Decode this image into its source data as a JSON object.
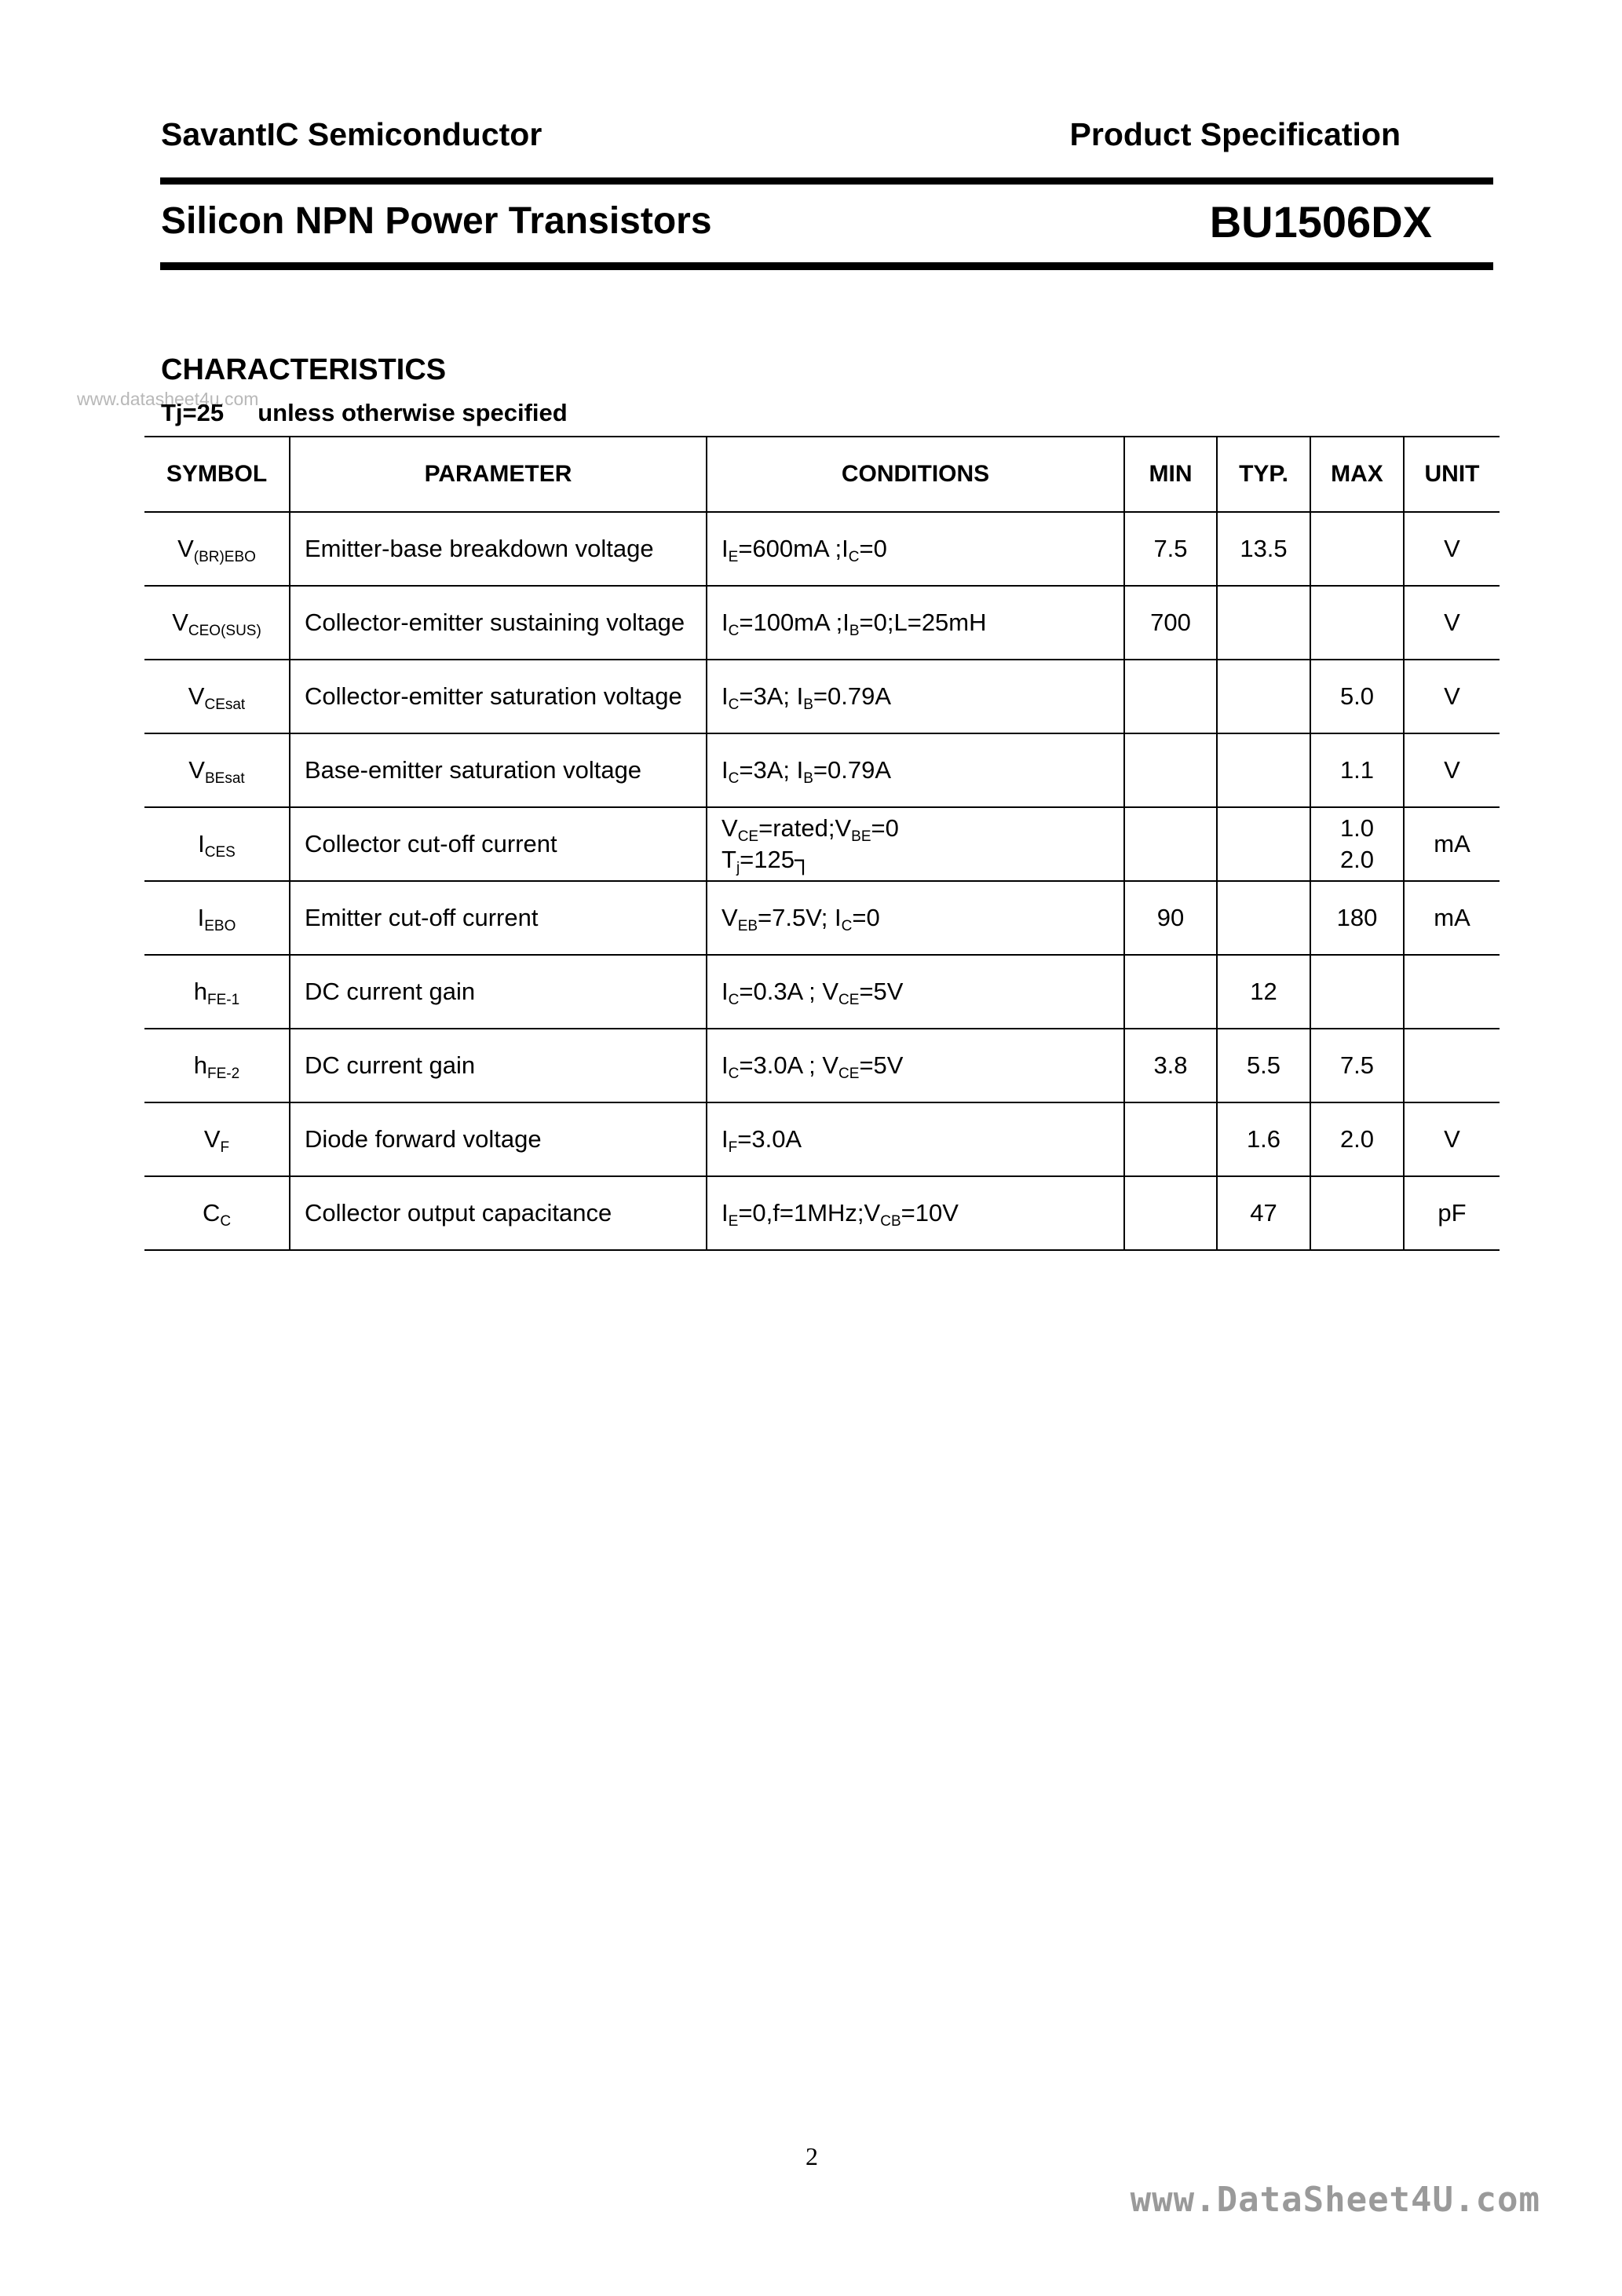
{
  "header": {
    "company": "SavantIC Semiconductor",
    "doc_type": "Product Specification",
    "product_title": "Silicon NPN Power Transistors",
    "part_number": "BU1506DX"
  },
  "section": {
    "title": "CHARACTERISTICS",
    "watermark": "www.datasheet4u.com",
    "condition_note": "Tj=25     unless otherwise specified"
  },
  "table": {
    "headers": [
      "SYMBOL",
      "PARAMETER",
      "CONDITIONS",
      "MIN",
      "TYP.",
      "MAX",
      "UNIT"
    ],
    "rows": [
      {
        "sym": "V",
        "sym_sub": "(BR)EBO",
        "param": "Emitter-base breakdown voltage",
        "cond": [
          {
            "t": "I"
          },
          {
            "s": "E"
          },
          {
            "t": "=600mA ;I"
          },
          {
            "s": "C"
          },
          {
            "t": "=0"
          }
        ],
        "min": "7.5",
        "typ": "13.5",
        "max": "",
        "unit": "V"
      },
      {
        "sym": "V",
        "sym_sub": "CEO(SUS)",
        "param": "Collector-emitter sustaining voltage",
        "cond": [
          {
            "t": "I"
          },
          {
            "s": "C"
          },
          {
            "t": "=100mA ;I"
          },
          {
            "s": "B"
          },
          {
            "t": "=0;L=25mH"
          }
        ],
        "min": "700",
        "typ": "",
        "max": "",
        "unit": "V"
      },
      {
        "sym": "V",
        "sym_sub": "CEsat",
        "param": "Collector-emitter saturation voltage",
        "cond": [
          {
            "t": "I"
          },
          {
            "s": "C"
          },
          {
            "t": "=3A; I"
          },
          {
            "s": "B"
          },
          {
            "t": "=0.79A"
          }
        ],
        "min": "",
        "typ": "",
        "max": "5.0",
        "unit": "V"
      },
      {
        "sym": "V",
        "sym_sub": "BEsat",
        "param": "Base-emitter saturation voltage",
        "cond": [
          {
            "t": "I"
          },
          {
            "s": "C"
          },
          {
            "t": "=3A; I"
          },
          {
            "s": "B"
          },
          {
            "t": "=0.79A"
          }
        ],
        "min": "",
        "typ": "",
        "max": "1.1",
        "unit": "V"
      },
      {
        "sym": "I",
        "sym_sub": "CES",
        "param": "Collector cut-off current",
        "cond": [
          {
            "t": "V"
          },
          {
            "s": "CE"
          },
          {
            "t": "=rated;V"
          },
          {
            "s": "BE"
          },
          {
            "t": "=0"
          },
          {
            "br": true
          },
          {
            "t": "T"
          },
          {
            "s": "j"
          },
          {
            "t": "=125┐"
          }
        ],
        "min": "",
        "typ": "",
        "max": "1.0\n2.0",
        "unit": "mA"
      },
      {
        "sym": "I",
        "sym_sub": "EBO",
        "param": "Emitter cut-off current",
        "cond": [
          {
            "t": "V"
          },
          {
            "s": "EB"
          },
          {
            "t": "=7.5V; I"
          },
          {
            "s": "C"
          },
          {
            "t": "=0"
          }
        ],
        "min": "90",
        "typ": "",
        "max": "180",
        "unit": "mA"
      },
      {
        "sym": "h",
        "sym_sub": "FE-1",
        "param": "DC current gain",
        "cond": [
          {
            "t": "I"
          },
          {
            "s": "C"
          },
          {
            "t": "=0.3A ; V"
          },
          {
            "s": "CE"
          },
          {
            "t": "=5V"
          }
        ],
        "min": "",
        "typ": "12",
        "max": "",
        "unit": ""
      },
      {
        "sym": "h",
        "sym_sub": "FE-2",
        "param": "DC current gain",
        "cond": [
          {
            "t": "I"
          },
          {
            "s": "C"
          },
          {
            "t": "=3.0A ; V"
          },
          {
            "s": "CE"
          },
          {
            "t": "=5V"
          }
        ],
        "min": "3.8",
        "typ": "5.5",
        "max": "7.5",
        "unit": ""
      },
      {
        "sym": "V",
        "sym_sub": "F",
        "param": "Diode forward voltage",
        "cond": [
          {
            "t": "I"
          },
          {
            "s": "F"
          },
          {
            "t": "=3.0A"
          }
        ],
        "min": "",
        "typ": "1.6",
        "max": "2.0",
        "unit": "V"
      },
      {
        "sym": "C",
        "sym_sub": "C",
        "param": "Collector output capacitance",
        "cond": [
          {
            "t": "I"
          },
          {
            "s": "E"
          },
          {
            "t": "=0,f=1MHz;V"
          },
          {
            "s": "CB"
          },
          {
            "t": "=10V"
          }
        ],
        "min": "",
        "typ": "47",
        "max": "",
        "unit": "pF"
      }
    ]
  },
  "footer": {
    "page_number": "2",
    "watermark": "www.DataSheet4U.com"
  }
}
